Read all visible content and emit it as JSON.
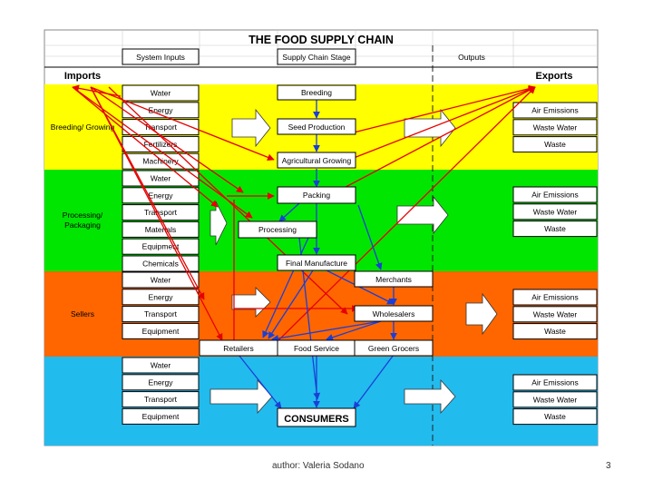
{
  "title": "THE FOOD SUPPLY CHAIN",
  "headers": {
    "system_inputs": "System Inputs",
    "stage": "Supply Chain Stage",
    "outputs": "Outputs",
    "imports": "Imports",
    "exports": "Exports"
  },
  "bands": [
    {
      "label": "Breeding/ Growing",
      "color": "#ffff00"
    },
    {
      "label": "Processing/ Packaging",
      "color": "#00e600"
    },
    {
      "label": "Sellers",
      "color": "#ff6600"
    },
    {
      "label": "",
      "color": "#22bbee"
    }
  ],
  "inputs": [
    [
      "Water",
      "Energy",
      "Transport",
      "Fertilizers",
      "Machinery"
    ],
    [
      "Water",
      "Energy",
      "Transport",
      "Materials",
      "Equipment",
      "Chemicals"
    ],
    [
      "Water",
      "Energy",
      "Transport",
      "Equipment"
    ],
    [
      "Water",
      "Energy",
      "Transport",
      "Equipment"
    ]
  ],
  "outputs": [
    [
      "Air Emissions",
      "Waste Water",
      "Waste"
    ],
    [
      "Air Emissions",
      "Waste Water",
      "Waste"
    ],
    [
      "Air Emissions",
      "Waste Water",
      "Waste"
    ],
    [
      "Air Emissions",
      "Waste Water",
      "Waste"
    ]
  ],
  "stages": {
    "breeding": "Breeding",
    "seed_production": "Seed Production",
    "agricultural_growing": "Agricultural Growing",
    "packing": "Packing",
    "processing": "Processing",
    "final_manufacture": "Final Manufacture",
    "merchants": "Merchants",
    "wholesalers": "Wholesalers",
    "retailers": "Retailers",
    "food_service": "Food Service",
    "green_grocers": "Green Grocers",
    "consumers": "CONSUMERS"
  },
  "colors": {
    "arrow_red": "#e60000",
    "arrow_blue": "#1a3fd6",
    "box_border": "#000000"
  },
  "footer": {
    "author": "author: Valeria Sodano",
    "page": "3"
  }
}
